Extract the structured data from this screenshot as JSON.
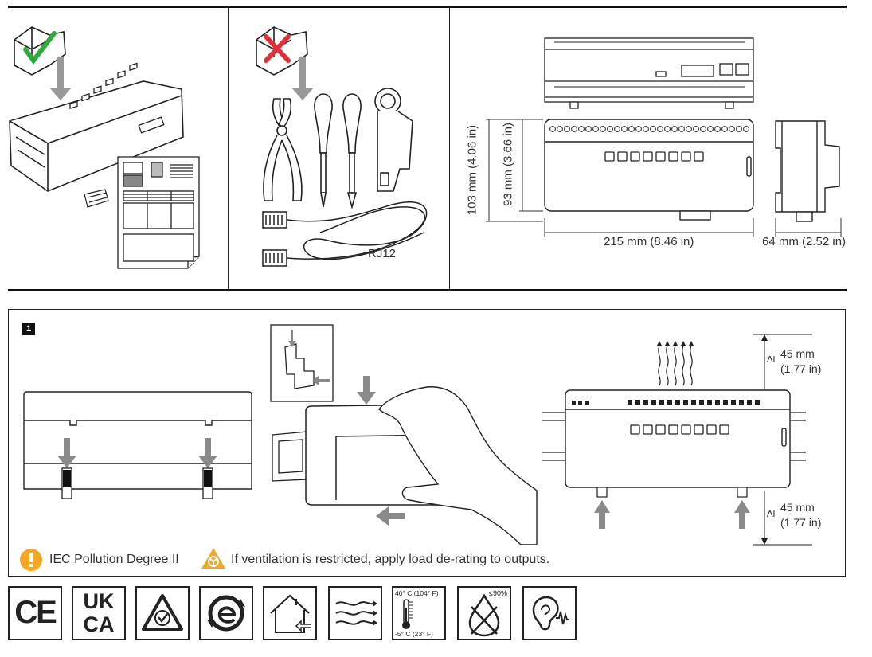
{
  "top": {
    "cable_label": "RJ12",
    "dims": {
      "height_total": "103 mm (4.06 in)",
      "height_body": "93 mm (3.66 in)",
      "width": "215 mm (8.46 in)",
      "depth": "64 mm (2.52 in)"
    }
  },
  "step1": {
    "number": "1",
    "clearance_top": {
      "symbol": "≥",
      "mm": "45 mm",
      "in": "(1.77 in)"
    },
    "clearance_bottom": {
      "symbol": "≥",
      "mm": "45 mm",
      "in": "(1.77 in)"
    },
    "notes": [
      {
        "icon": "info-warning-icon",
        "text": "IEC Pollution Degree II",
        "color": "#f5a623"
      },
      {
        "icon": "caution-triangle-icon",
        "text": "If ventilation is restricted, apply load de-rating to outputs.",
        "color": "#f5a623"
      }
    ]
  },
  "certifications": {
    "ce": "CE",
    "ukca_top": "UK",
    "ukca_bottom": "CA",
    "temp_high": "40° C (104° F)",
    "temp_low": "-5° C (23° F)",
    "humidity": "≤90%"
  },
  "colors": {
    "check": "#2eaa3c",
    "cross": "#e0303a",
    "arrow": "#8a8a8a",
    "warning": "#f5a623"
  }
}
